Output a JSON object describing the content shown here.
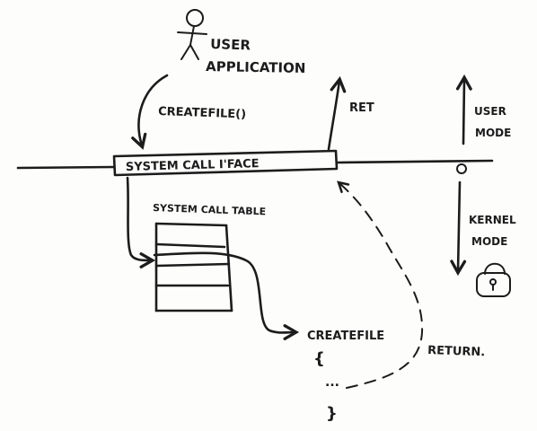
{
  "labels": {
    "user_application_1": "USER",
    "user_application_2": "APPLICATION",
    "createfile_call": "CREATEFILE()",
    "ret": "RET",
    "user_mode_1": "USER",
    "user_mode_2": "MODE",
    "system_call_iface": "SYSTEM CALL I'FACE",
    "system_call_table": "SYSTEM CALL TABLE",
    "kernel_mode_1": "KERNEL",
    "kernel_mode_2": "MODE",
    "createfile_fn": "CREATEFILE",
    "brace_open": "{",
    "ellipsis": "...",
    "brace_close": "}",
    "return": "RETURN."
  },
  "colors": {
    "ink": "#1c1c1c",
    "paper": "#fdfdfc"
  },
  "icons": [
    "stick-figure-icon",
    "padlock-icon"
  ]
}
